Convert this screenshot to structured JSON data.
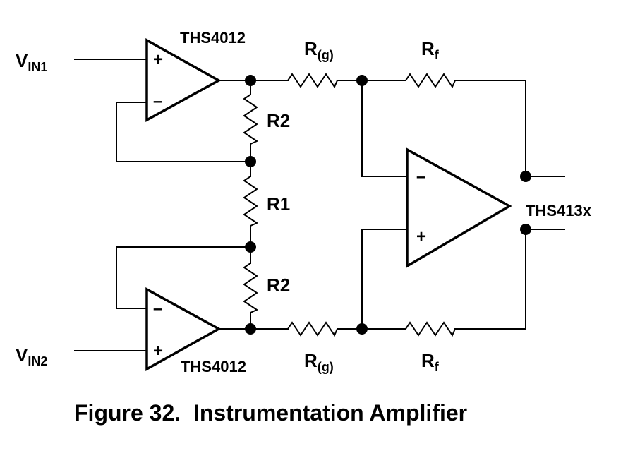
{
  "inputs": {
    "vin1": {
      "main": "V",
      "sub": "IN1"
    },
    "vin2": {
      "main": "V",
      "sub": "IN2"
    }
  },
  "amplifiers": {
    "top": "THS4012",
    "bottom": "THS4012",
    "output": "THS413x"
  },
  "resistors": {
    "rg_top": {
      "main": "R",
      "sub": "(g)"
    },
    "rf_top": {
      "main": "R",
      "sub": "f"
    },
    "r2_top": "R2",
    "r1": "R1",
    "r2_bottom": "R2",
    "rg_bottom": {
      "main": "R",
      "sub": "(g)"
    },
    "rf_bottom": {
      "main": "R",
      "sub": "f"
    }
  },
  "signs": {
    "plus": "+",
    "minus": "–"
  },
  "caption": "Figure 32.  Instrumentation Amplifier"
}
